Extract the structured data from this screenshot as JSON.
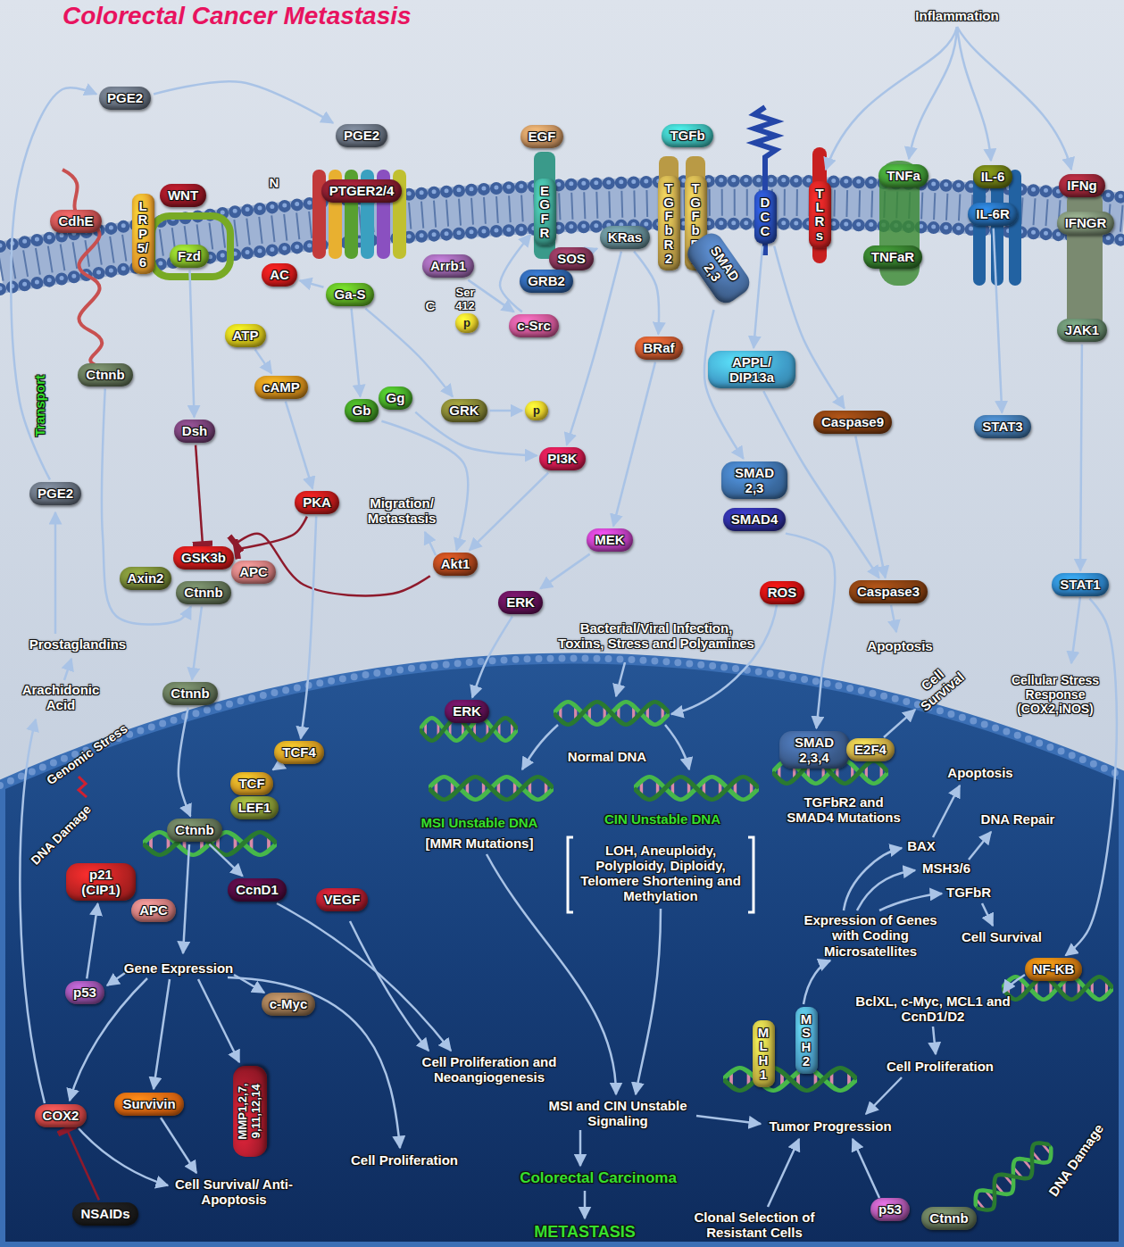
{
  "diagram": {
    "title": "Colorectal Cancer Metastasis",
    "nodes": [
      {
        "text": [
          "PGE2"
        ]
      },
      {
        "text": [
          "PGE2"
        ]
      },
      {
        "text": [
          "EGF"
        ]
      },
      {
        "text": [
          "TGFb"
        ]
      },
      {
        "text": [
          "CdhE"
        ]
      },
      {
        "text": [
          "LRP5/6"
        ]
      },
      {
        "text": [
          "WNT"
        ]
      },
      {
        "text": [
          "Fzd"
        ]
      },
      {
        "text": [
          "PTGER2/4"
        ]
      },
      {
        "text": [
          "EGFR"
        ]
      },
      {
        "text": [
          "TGFbR2"
        ]
      },
      {
        "text": [
          "TGFbR1"
        ]
      },
      {
        "text": [
          "DCC"
        ]
      },
      {
        "text": [
          "TLRs"
        ]
      },
      {
        "text": [
          "TNFa"
        ]
      },
      {
        "text": [
          "TNFaR"
        ]
      },
      {
        "text": [
          "IL-6"
        ]
      },
      {
        "text": [
          "IL-6R"
        ]
      },
      {
        "text": [
          "IFNg"
        ]
      },
      {
        "text": [
          "IFNGR"
        ]
      },
      {
        "text": [
          "AC"
        ]
      },
      {
        "text": [
          "Ga-S"
        ]
      },
      {
        "text": [
          "Arrb1"
        ]
      },
      {
        "text": [
          "SOS"
        ]
      },
      {
        "text": [
          "GRB2"
        ]
      },
      {
        "text": [
          "KRas"
        ]
      },
      {
        "text": [
          "SMAD 2,3"
        ]
      },
      {
        "text": [
          "ATP"
        ]
      },
      {
        "text": [
          "p"
        ]
      },
      {
        "text": [
          "c-Src"
        ]
      },
      {
        "text": [
          "cAMP"
        ]
      },
      {
        "text": [
          "Gb"
        ]
      },
      {
        "text": [
          "Gg"
        ]
      },
      {
        "text": [
          "GRK"
        ]
      },
      {
        "text": [
          "p"
        ]
      },
      {
        "text": [
          "BRaf"
        ]
      },
      {
        "text": [
          "APPL/ DIP13a"
        ]
      },
      {
        "text": [
          "Caspase9"
        ]
      },
      {
        "text": [
          "STAT3"
        ]
      },
      {
        "text": [
          "JAK1"
        ]
      },
      {
        "text": [
          "Ctnnb"
        ]
      },
      {
        "text": [
          "Dsh"
        ]
      },
      {
        "text": [
          "PGE2"
        ]
      },
      {
        "text": [
          "PKA"
        ]
      },
      {
        "text": [
          "PI3K"
        ]
      },
      {
        "text": [
          "SMAD 2,3"
        ]
      },
      {
        "text": [
          "SMAD4"
        ]
      },
      {
        "text": [
          "GSK3b"
        ]
      },
      {
        "text": [
          "APC"
        ]
      },
      {
        "text": [
          "Axin2"
        ]
      },
      {
        "text": [
          "Ctnnb"
        ]
      },
      {
        "text": [
          "MEK"
        ]
      },
      {
        "text": [
          "Akt1"
        ]
      },
      {
        "text": [
          "ERK"
        ]
      },
      {
        "text": [
          "ROS"
        ]
      },
      {
        "text": [
          "Caspase3"
        ]
      },
      {
        "text": [
          "STAT1"
        ]
      },
      {
        "text": [
          "Ctnnb"
        ]
      },
      {
        "text": [
          "TCF4"
        ]
      },
      {
        "text": [
          "ERK"
        ]
      },
      {
        "text": [
          "TCF"
        ]
      },
      {
        "text": [
          "LEF1"
        ]
      },
      {
        "text": [
          "Ctnnb"
        ]
      },
      {
        "text": [
          "p21 (CIP1)"
        ]
      },
      {
        "text": [
          "APC"
        ]
      },
      {
        "text": [
          "CcnD1"
        ]
      },
      {
        "text": [
          "VEGF"
        ]
      },
      {
        "text": [
          "SMAD 2,3,4"
        ]
      },
      {
        "text": [
          "E2F4"
        ]
      },
      {
        "text": [
          "p53"
        ]
      },
      {
        "text": [
          "c-Myc"
        ]
      },
      {
        "text": [
          "MLH1"
        ]
      },
      {
        "text": [
          "MSH2"
        ]
      },
      {
        "text": [
          "NF-KB"
        ]
      },
      {
        "text": [
          "COX2"
        ]
      },
      {
        "text": [
          "Survivin"
        ]
      },
      {
        "text": [
          "MMP1,2,7, 9,11,12,14"
        ]
      },
      {
        "text": [
          "NSAIDs"
        ]
      },
      {
        "text": [
          "p53"
        ]
      },
      {
        "text": [
          "Ctnnb"
        ]
      }
    ],
    "edges": [
      {
        "from": 0,
        "to": 1,
        "arrow": "to"
      },
      {
        "from": 42,
        "to": 0,
        "arrow": "to"
      },
      {
        "from": 7,
        "to": 41,
        "arrow": "to"
      },
      {
        "from": 41,
        "to": 47,
        "arrow": "to"
      },
      {
        "from": 43,
        "to": 47,
        "arrow": "to"
      },
      {
        "from": 52,
        "to": 47,
        "arrow": "to"
      },
      {
        "from": 21,
        "to": 20,
        "arrow": "to"
      },
      {
        "from": 27,
        "to": 30,
        "arrow": "to"
      },
      {
        "from": 30,
        "to": 43,
        "arrow": "to"
      },
      {
        "from": 21,
        "to": 31,
        "arrow": "to"
      },
      {
        "from": 21,
        "to": 33,
        "arrow": "to"
      },
      {
        "from": 31,
        "to": 52,
        "arrow": "to"
      },
      {
        "from": 32,
        "to": 44,
        "arrow": "to"
      },
      {
        "from": 33,
        "to": 34,
        "arrow": "to"
      },
      {
        "from": 22,
        "to": 29,
        "arrow": "to"
      },
      {
        "from": 23,
        "to": 25,
        "arrow": "to"
      },
      {
        "from": 25,
        "to": 44,
        "arrow": "to"
      },
      {
        "from": 25,
        "to": 35,
        "arrow": "to"
      },
      {
        "from": 35,
        "to": 51,
        "arrow": "to"
      },
      {
        "from": 51,
        "to": 53,
        "arrow": "to"
      },
      {
        "from": 53,
        "to": 59,
        "arrow": "to"
      },
      {
        "from": 44,
        "to": 52,
        "arrow": "to"
      },
      {
        "from": 26,
        "to": 45,
        "arrow": "to"
      },
      {
        "from": 46,
        "to": 67,
        "arrow": "to"
      },
      {
        "from": 12,
        "to": 36,
        "arrow": "to"
      },
      {
        "from": 36,
        "to": 55,
        "arrow": "to"
      },
      {
        "from": 12,
        "to": 37,
        "arrow": "to"
      },
      {
        "from": 37,
        "to": 55,
        "arrow": "to"
      },
      {
        "from": 17,
        "to": 38,
        "arrow": "to"
      },
      {
        "from": 39,
        "to": 56,
        "arrow": "to"
      },
      {
        "from": 40,
        "to": 50,
        "arrow": "to"
      },
      {
        "from": 50,
        "to": 57,
        "arrow": "to"
      },
      {
        "from": 57,
        "to": 62,
        "arrow": "to"
      },
      {
        "from": 43,
        "to": 58,
        "arrow": "to"
      },
      {
        "from": 58,
        "to": 60,
        "arrow": "to"
      },
      {
        "from": 77,
        "to": 74,
        "arrow": "to"
      },
      {
        "from": 69,
        "to": 63,
        "arrow": "to"
      },
      {
        "from": 62,
        "to": 65,
        "arrow": "to"
      },
      {
        "from": 56,
        "to": 73,
        "arrow": "to"
      },
      {
        "from": 29,
        "to": 9,
        "arrow": "to"
      }
    ],
    "labels": [
      "Inflammation",
      "N",
      "C",
      "Ser 412",
      "Transport",
      "Migration/ Metastasis",
      "Prostaglandins",
      "Arachidonic Acid",
      "Genomic Stress",
      "DNA Damage",
      "Bacterial/Viral Infection, Toxins, Stress and Polyamines",
      "Apoptosis",
      "Cell Survival",
      "Cellular Stress Response (COX2,iNOS)",
      "Normal DNA",
      "MSI Unstable DNA",
      "[MMR Mutations]",
      "CIN Unstable DNA",
      "LOH, Aneuploidy, Polyploidy, Diploidy, Telomere Shortening and Methylation",
      "TGFbR2 and SMAD4 Mutations",
      "Apoptosis",
      "DNA Repair",
      "BAX",
      "MSH3/6",
      "TGFbR",
      "Expression of Genes with Coding Microsatellites",
      "Cell Survival",
      "BclXL, c-Myc, MCL1 and CcnD1/D2",
      "Cell Proliferation",
      "Gene Expression",
      "Cell Proliferation and Neoangiogenesis",
      "MSI and CIN Unstable Signaling",
      "Colorectal Carcinoma",
      "METASTASIS",
      "Tumor Progression",
      "Clonal Selection of Resistant Cells",
      "Cell Proliferation",
      "Cell Survival/ Anti-Apoptosis",
      "DNA Damage"
    ]
  }
}
